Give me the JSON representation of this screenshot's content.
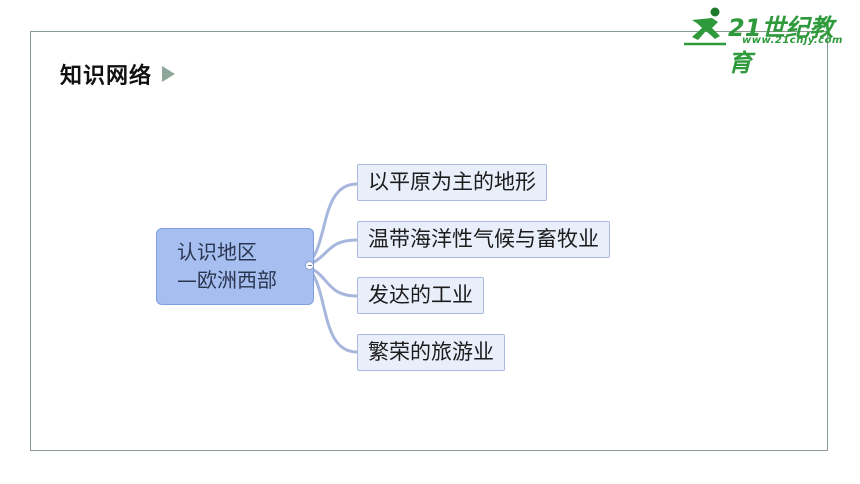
{
  "header": {
    "section_title": "知识网络",
    "logo": {
      "text": "21世纪教育",
      "subtext": "www.21cnjy.com",
      "icon": "running-figure-icon",
      "color": "#2f9a3c"
    }
  },
  "mindmap": {
    "root": {
      "line1": "认识地区",
      "line2": "—欧洲西部"
    },
    "children": [
      {
        "label": "以平原为主的地形"
      },
      {
        "label": "温带海洋性气候与畜牧业"
      },
      {
        "label": "发达的工业"
      },
      {
        "label": "繁荣的旅游业"
      }
    ],
    "colors": {
      "root_fill": "#a7bff0",
      "child_fill": "#e9eefb",
      "connector": "#a7b6dc"
    }
  }
}
